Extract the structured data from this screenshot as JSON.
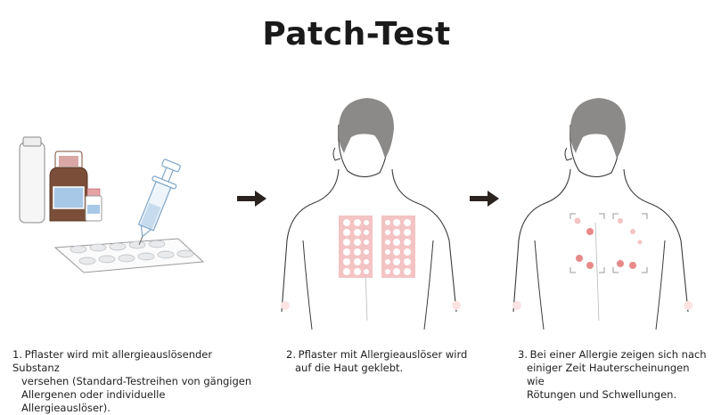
{
  "title": "Patch-Test",
  "steps": [
    {
      "number": "1.",
      "lines": [
        "Pflaster wird mit allergieauslösender Substanz",
        "versehen (Standard-Testreihen von gängigen",
        "Allergenen oder individuelle Allergieauslöser)."
      ]
    },
    {
      "number": "2.",
      "lines": [
        "Pflaster mit Allergieauslöser wird",
        "auf die Haut geklebt."
      ]
    },
    {
      "number": "3.",
      "lines": [
        "Bei einer Allergie zeigen sich nach",
        "einiger Zeit Hauterscheinungen wie",
        "Rötungen und  Schwellungen."
      ]
    }
  ],
  "colors": {
    "arrow": "#2b2320",
    "skin_outline": "#3a3a3a",
    "hair": "#8c8a88",
    "patch": "#f2b8b8",
    "redness": "#e88a8a",
    "bottle_brown": "#7a4e38",
    "label_blue": "#a8c8e8"
  }
}
